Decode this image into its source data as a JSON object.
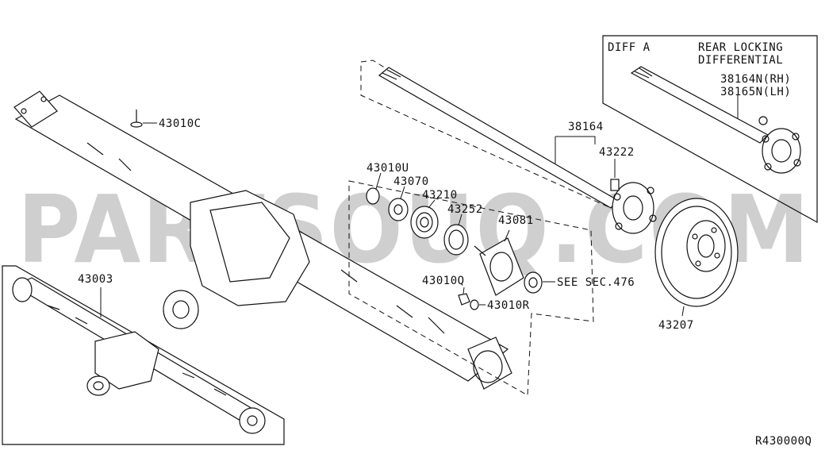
{
  "watermark": "PARTSOUQ.COM",
  "diagram_code": "R430000Q",
  "inset": {
    "title": "DIFF A",
    "subtitle_line1": "REAR LOCKING",
    "subtitle_line2": "DIFFERENTIAL",
    "parts": [
      "38164N(RH)",
      "38165N(LH)"
    ]
  },
  "callouts": {
    "p43010C": "43010C",
    "p43003": "43003",
    "p43010U": "43010U",
    "p43070": "43070",
    "p43210": "43210",
    "p43252": "43252",
    "p43081": "43081",
    "p38164": "38164",
    "p43222": "43222",
    "p43010Q": "43010Q",
    "p43010R": "43010R",
    "see_sec": "SEE SEC.476",
    "p43207": "43207"
  }
}
